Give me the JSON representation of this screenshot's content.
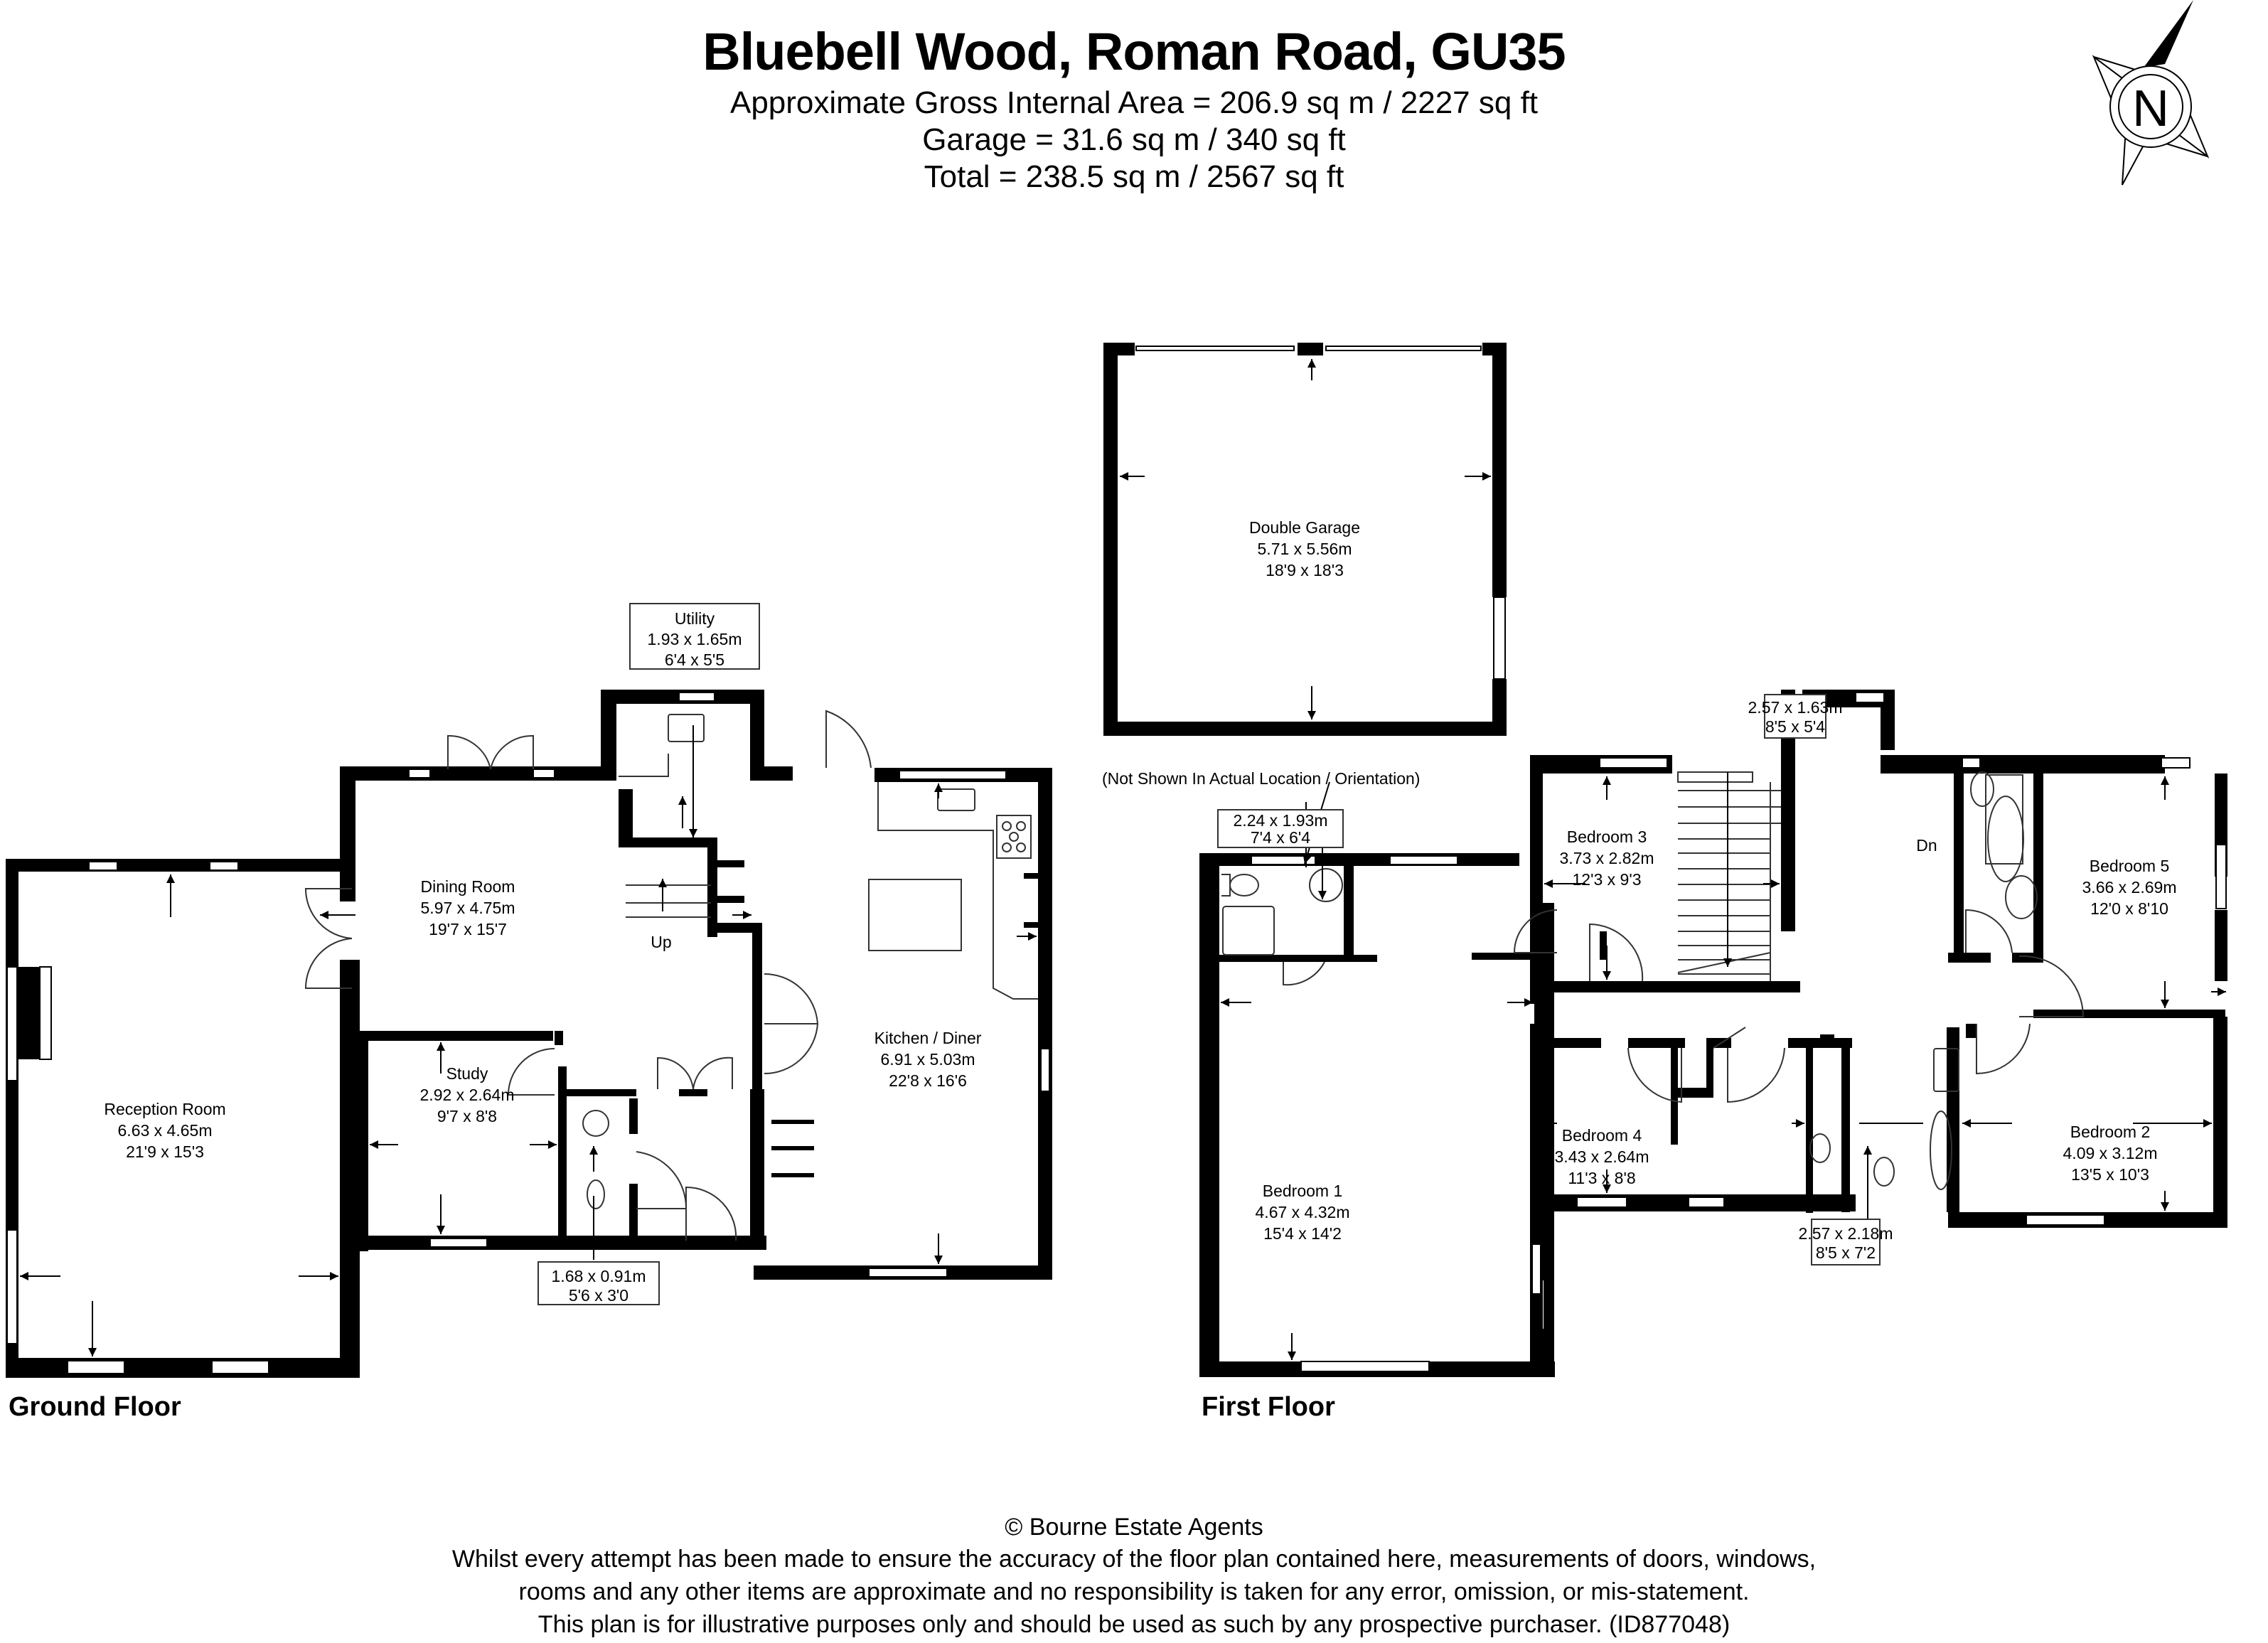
{
  "header": {
    "title": "Bluebell Wood, Roman Road, GU35",
    "area_lines": [
      "Approximate Gross Internal Area = 206.9 sq m / 2227 sq ft",
      "Garage = 31.6 sq m / 340 sq ft",
      "Total = 238.5 sq m / 2567 sq ft"
    ]
  },
  "compass": {
    "icon": "north-compass-icon",
    "label": "N"
  },
  "garage": {
    "name": "Double Garage",
    "metric": "5.71 x 5.56m",
    "imperial": "18'9 x 18'3",
    "note": "(Not Shown In Actual Location / Orientation)"
  },
  "ground_floor": {
    "label": "Ground Floor",
    "rooms": [
      {
        "name": "Reception Room",
        "metric": "6.63 x 4.65m",
        "imperial": "21'9 x 15'3"
      },
      {
        "name": "Dining Room",
        "metric": "5.97 x 4.75m",
        "imperial": "19'7 x 15'7"
      },
      {
        "name": "Study",
        "metric": "2.92 x 2.64m",
        "imperial": "9'7 x 8'8"
      },
      {
        "name": "Kitchen / Diner",
        "metric": "6.91 x 5.03m",
        "imperial": "22'8 x 16'6"
      },
      {
        "name": "Utility",
        "metric": "1.93 x 1.65m",
        "imperial": "6'4 x 5'5"
      },
      {
        "name": "",
        "metric": "1.68 x 0.91m",
        "imperial": "5'6 x 3'0"
      }
    ],
    "stairs_label": "Up"
  },
  "first_floor": {
    "label": "First Floor",
    "rooms": [
      {
        "name": "Bedroom 1",
        "metric": "4.67 x 4.32m",
        "imperial": "15'4 x 14'2"
      },
      {
        "name": "Bedroom 2",
        "metric": "4.09 x 3.12m",
        "imperial": "13'5 x 10'3"
      },
      {
        "name": "Bedroom 3",
        "metric": "3.73 x 2.82m",
        "imperial": "12'3 x 9'3"
      },
      {
        "name": "Bedroom 4",
        "metric": "3.43 x 2.64m",
        "imperial": "11'3 x 8'8"
      },
      {
        "name": "Bedroom 5",
        "metric": "3.66 x 2.69m",
        "imperial": "12'0 x 8'10"
      },
      {
        "name": "",
        "metric": "2.24 x 1.93m",
        "imperial": "7'4 x 6'4"
      },
      {
        "name": "",
        "metric": "2.57 x 1.63m",
        "imperial": "8'5 x 5'4"
      },
      {
        "name": "",
        "metric": "2.57 x 2.18m",
        "imperial": "8'5 x 7'2"
      }
    ],
    "stairs_label": "Dn"
  },
  "footer": {
    "copyright": "© Bourne Estate Agents",
    "disclaimer": [
      "Whilst every attempt has been made to ensure the accuracy of the floor plan contained here, measurements of doors, windows,",
      "rooms and any other items are approximate and no responsibility is taken for any error, omission, or mis-statement.",
      "This plan is for illustrative purposes only and should be used as such by any prospective purchaser. (ID877048)"
    ]
  },
  "colors": {
    "wall": "#000000",
    "background": "#ffffff",
    "fixture_line": "#333333"
  }
}
